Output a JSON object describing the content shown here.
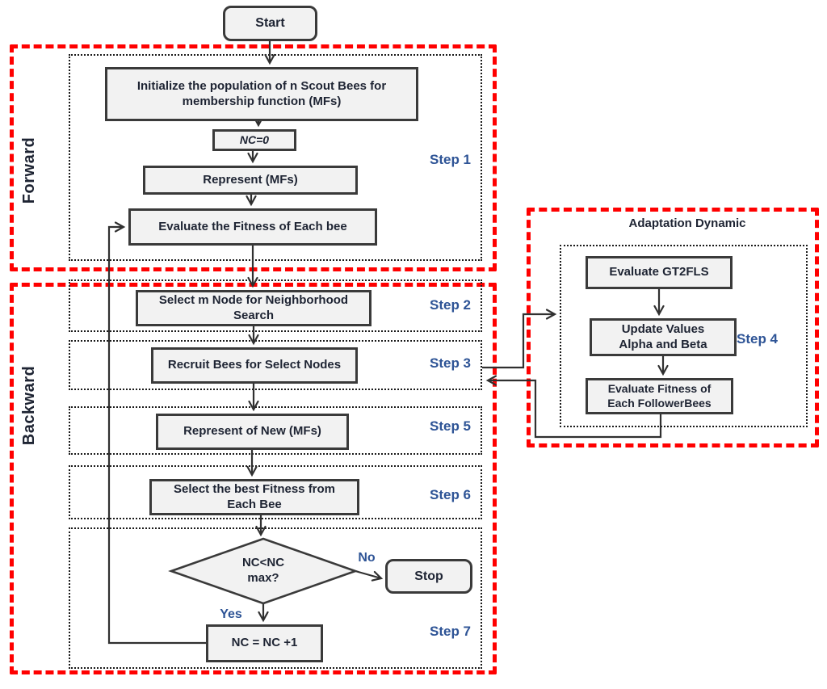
{
  "regions": {
    "forward": {
      "label": "Forward"
    },
    "backward": {
      "label": "Backward"
    },
    "adaptation": {
      "label": "Adaptation Dynamic"
    }
  },
  "steps": {
    "step1": {
      "label": "Step 1"
    },
    "step2": {
      "label": "Step 2"
    },
    "step3": {
      "label": "Step 3"
    },
    "step4": {
      "label": "Step 4"
    },
    "step5": {
      "label": "Step 5"
    },
    "step6": {
      "label": "Step 6"
    },
    "step7": {
      "label": "Step 7"
    }
  },
  "nodes": {
    "start": {
      "label": "Start"
    },
    "initialize": {
      "label": "Initialize the population of n Scout Bees for\nmembership function (MFs)"
    },
    "nc_zero": {
      "label": "NC=0"
    },
    "represent_mfs": {
      "label": "Represent (MFs)"
    },
    "evaluate_each_bee": {
      "label": "Evaluate the Fitness of Each bee"
    },
    "select_m_node": {
      "label": "Select m Node for Neighborhood\nSearch"
    },
    "recruit_bees": {
      "label": "Recruit Bees for Select Nodes"
    },
    "represent_new_mfs": {
      "label": "Represent of New (MFs)"
    },
    "select_best_fitness": {
      "label": "Select the best Fitness from\nEach Bee"
    },
    "decision": {
      "label": "NC<NC\nmax?"
    },
    "stop": {
      "label": "Stop"
    },
    "increment": {
      "label": "NC = NC +1"
    },
    "evaluate_gt2fls": {
      "label": "Evaluate GT2FLS"
    },
    "update_values": {
      "label": "Update Values\nAlpha and Beta"
    },
    "evaluate_follower_bees": {
      "label": "Evaluate Fitness of\nEach FollowerBees"
    }
  },
  "edge_labels": {
    "yes": {
      "label": "Yes"
    },
    "no": {
      "label": "No"
    }
  },
  "colors": {
    "region_border": "#ff0000",
    "step_border": "#1a1a1a",
    "node_fill": "#f2f2f2",
    "node_border": "#3a3a3a",
    "node_text": "#1e2433",
    "step_label_text": "#2e5496",
    "connector": "#303030"
  }
}
